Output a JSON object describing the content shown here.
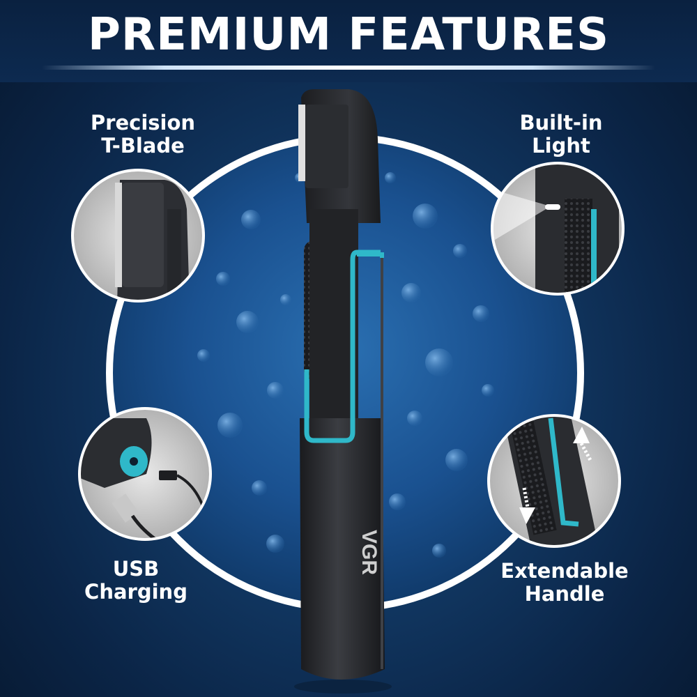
{
  "header": {
    "title": "PREMIUM FEATURES"
  },
  "features": {
    "top_left": {
      "line1": "Precision",
      "line2": "T-Blade"
    },
    "top_right": {
      "line1": "Built-in",
      "line2": "Light"
    },
    "bottom_left": {
      "line1": "USB",
      "line2": "Charging"
    },
    "bottom_right": {
      "line1": "Extendable",
      "line2": "Handle"
    }
  },
  "product": {
    "brand": "VGR"
  },
  "colors": {
    "accent": "#2fb8c9",
    "background": "#123a66",
    "body": "#2b2d31"
  }
}
